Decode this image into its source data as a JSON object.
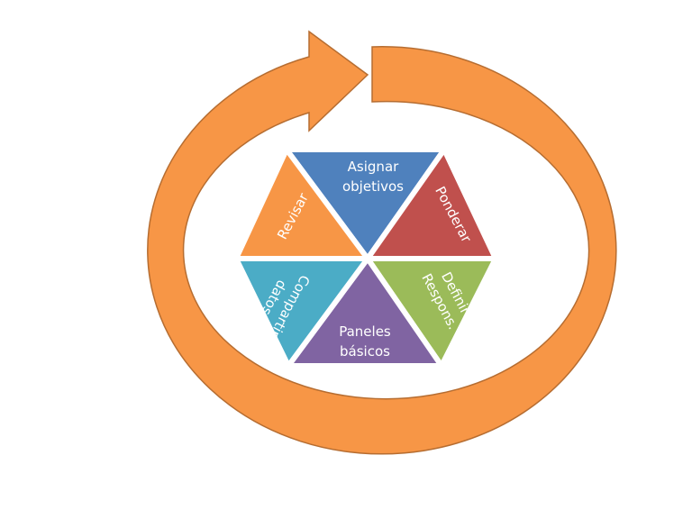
{
  "diagram": {
    "type": "cycle-hexagon",
    "segments": [
      {
        "id": "asignar",
        "lines": [
          "Asignar",
          "objetivos"
        ],
        "color": "#4f81bd"
      },
      {
        "id": "ponderar",
        "lines": [
          "Ponderar"
        ],
        "color": "#c0504d"
      },
      {
        "id": "definir",
        "lines": [
          "Definir",
          "Respons."
        ],
        "color": "#9bbb59"
      },
      {
        "id": "paneles",
        "lines": [
          "Paneles",
          "básicos"
        ],
        "color": "#8064a2"
      },
      {
        "id": "compartir",
        "lines": [
          "Compartir",
          "datos"
        ],
        "color": "#4bacc6"
      },
      {
        "id": "revisar",
        "lines": [
          "Revisar"
        ],
        "color": "#f79646"
      }
    ],
    "cycle_arrow": {
      "fill": "#f79646",
      "stroke": "#b66d31",
      "direction": "clockwise"
    }
  }
}
